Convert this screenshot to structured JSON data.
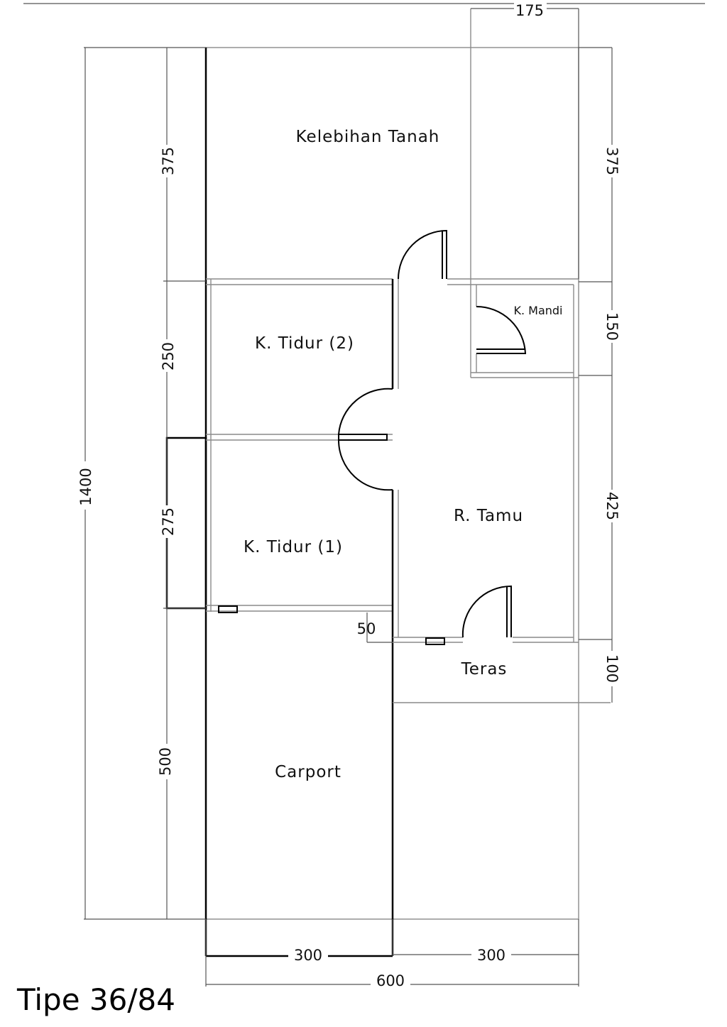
{
  "title": "Tipe 36/84",
  "rooms": {
    "kelebihan_tanah": "Kelebihan Tanah",
    "k_mandi": "K. Mandi",
    "k_tidur_2": "K. Tidur (2)",
    "k_tidur_1": "K. Tidur (1)",
    "r_tamu": "R. Tamu",
    "teras": "Teras",
    "carport": "Carport"
  },
  "dimensions": {
    "top_175": "175",
    "total_1400": "1400",
    "left_375": "375",
    "left_250": "250",
    "left_275": "275",
    "left_500": "500",
    "right_375": "375",
    "right_150": "150",
    "right_425": "425",
    "right_100": "100",
    "inner_50": "50",
    "bottom_300_left": "300",
    "bottom_300_right": "300",
    "bottom_600": "600"
  }
}
